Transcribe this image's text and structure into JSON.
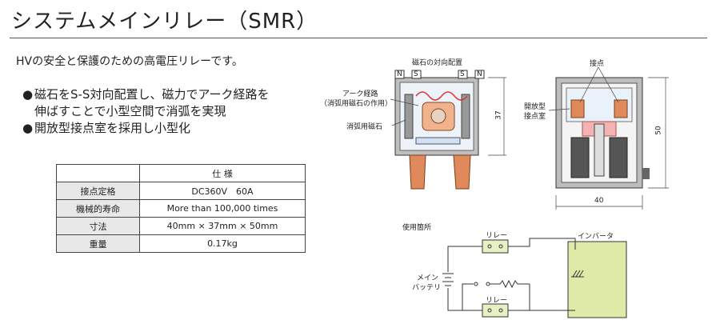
{
  "title": "システムメインリレー（SMR）",
  "intro": "HVの安全と保護のための高電圧リレーです。",
  "bullets": [
    {
      "line1": "磁石をS-S対向配置し、磁力でアーク経路を",
      "line2": "伸ばすことで小型空間で消弧を実現"
    },
    {
      "line1": "開放型接点室を採用し小型化",
      "line2": ""
    }
  ],
  "bullet_glyph": "●",
  "spec_table": {
    "header": "仕 様",
    "rows": [
      {
        "key": "接点定格",
        "value": "DC360V　60A"
      },
      {
        "key": "機械的寿命",
        "value": "More than 100,000 times"
      },
      {
        "key": "寸法",
        "value": "40mm × 37mm × 50mm"
      },
      {
        "key": "重量",
        "value": "0.17kg"
      }
    ]
  },
  "diagram_left": {
    "caption": "磁石の対向配置",
    "pole_labels": [
      "N",
      "S",
      "S",
      "N"
    ],
    "arc_path_label_1": "アーク経路",
    "arc_path_label_2": "（消弧用磁石の作用）",
    "magnet_label": "消弧用磁石",
    "dimension": "37"
  },
  "diagram_right": {
    "contact_label": "接点",
    "chamber_label_1": "開放型",
    "chamber_label_2": "接点室",
    "width_dimension": "40",
    "height_dimension": "50"
  },
  "circuit": {
    "caption": "使用箇所",
    "relay_top": "リレー",
    "relay_bottom": "リレー",
    "inverter": "インバータ",
    "battery_1": "メイン",
    "battery_2": "バッテリ"
  },
  "colors": {
    "copper": "#e0895a",
    "relay_fill": "#e6f2c4",
    "inverter_fill": "#dfe9a8",
    "magnet": "#bbbbbb",
    "pink": "#f4b3b3"
  }
}
